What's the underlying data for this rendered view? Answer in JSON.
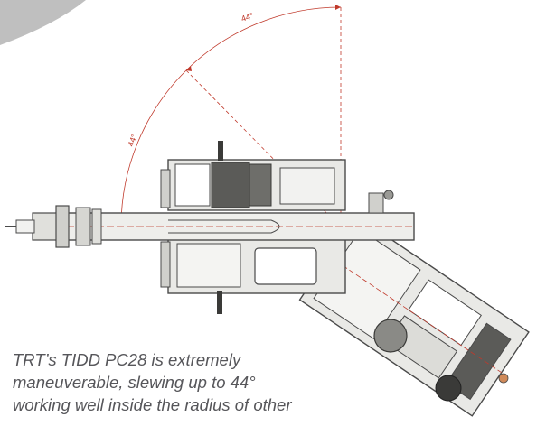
{
  "diagram": {
    "angle_labels": [
      "44°",
      "44°"
    ],
    "colors": {
      "dimension": "#c0392b",
      "outline": "#4a4a4a",
      "body_fill": "#e9e9e6",
      "dark_fill": "#5b5b58",
      "corner_shape": "#bfbfbf"
    }
  },
  "caption": {
    "lines": [
      "TRT’s TIDD PC28 is extremely",
      "maneuverable, slewing up to 44°",
      "working well inside the radius of other"
    ]
  }
}
